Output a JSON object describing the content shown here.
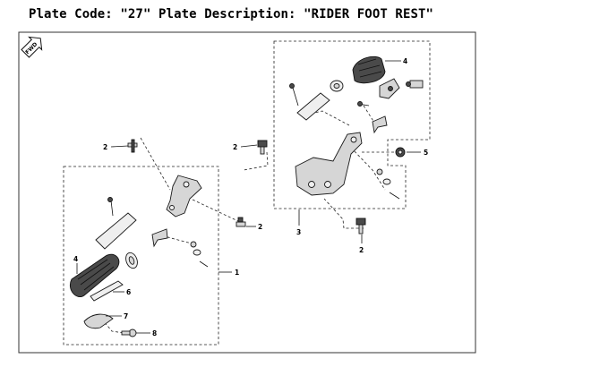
{
  "header": {
    "code_label": "Plate Code:",
    "code_value": "\"27\"",
    "desc_label": "Plate Description:",
    "desc_value": "\"RIDER FOOT REST\""
  },
  "diagram": {
    "badge_text": "FWD",
    "callouts": {
      "c1": "1",
      "c2a": "2",
      "c2b": "2",
      "c2c": "2",
      "c2d": "2",
      "c3": "3",
      "c4a": "4",
      "c4b": "4",
      "c5": "5",
      "c6": "6",
      "c7": "7",
      "c8": "8"
    }
  }
}
